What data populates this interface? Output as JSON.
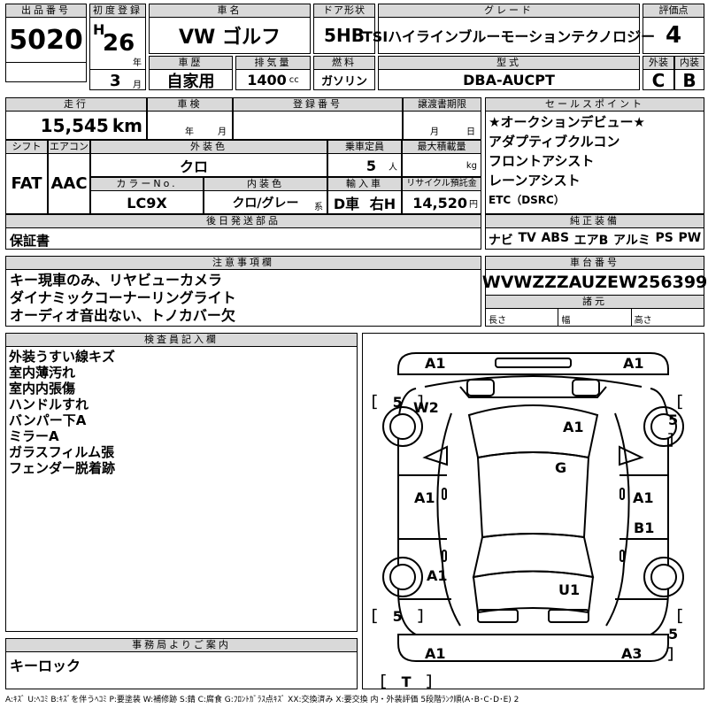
{
  "header": {
    "lot_no_label": "出品番号",
    "lot_no": "5020",
    "first_reg_label": "初度登録",
    "era": "H",
    "year": "26",
    "year_unit": "年",
    "month": "3",
    "month_unit": "月",
    "car_name_label": "車名",
    "car_name": "VW ゴルフ",
    "door_label": "ドア形状",
    "door": "5HB",
    "grade_label": "グレード",
    "grade": "TSIハイラインブルーモーションテクノロジー",
    "score_label": "評価点",
    "score": "4",
    "history_label": "車歴",
    "history": "自家用",
    "displacement_label": "排気量",
    "displacement": "1400",
    "displacement_unit": "cc",
    "fuel_label": "燃料",
    "fuel": "ガソリン",
    "model_label": "型式",
    "model": "DBA-AUCPT",
    "ext_label": "外装",
    "ext_grade": "C",
    "int_label": "内装",
    "int_grade": "B"
  },
  "row2": {
    "mileage_label": "走行",
    "mileage": "15,545",
    "mileage_unit": "km",
    "inspection_label": "車検",
    "insp_year": "年",
    "insp_month": "月",
    "reg_label": "登録番号",
    "transfer_label": "譲渡書期限",
    "transfer_month": "月",
    "transfer_day": "日",
    "shift_label": "シフト",
    "shift": "FAT",
    "ac_label": "エアコン",
    "ac": "AAC",
    "color_label": "外装色",
    "color": "クロ",
    "capacity_label": "乗車定員",
    "capacity": "5",
    "capacity_unit": "人",
    "load_label": "最大積載量",
    "load_unit": "kg",
    "color_no_label": "カラーNo.",
    "color_no": "LC9X",
    "int_color_label": "内装色",
    "int_color": "クロ/グレー",
    "int_color_suffix": "系",
    "import_label": "輸入車",
    "drive": "D車",
    "steer": "右H",
    "recycle_label": "リサイクル預託金",
    "recycle": "14,520",
    "recycle_unit": "円",
    "later_parts_label": "後日発送部品",
    "later_parts": "保証書"
  },
  "sales": {
    "label": "セールスポイント",
    "lines": [
      "★オークションデビュー★",
      "アダプティブクルコン",
      "フロントアシスト",
      "レーンアシスト",
      "ETC（DSRC）"
    ],
    "equip_label": "純正装備",
    "equip": [
      "ナビ",
      "TV",
      "ABS",
      "エアB",
      "アルミ",
      "PS",
      "PW"
    ]
  },
  "notes": {
    "label": "注意事項欄",
    "lines": [
      "キー現車のみ、リヤビューカメラ",
      "ダイナミックコーナーリングライト",
      "オーディオ音出ない、トノカバー欠"
    ]
  },
  "chassis": {
    "label": "車台番号",
    "number": "WVWZZZAUZEW256399",
    "dims_label": "諸元",
    "length": "長さ",
    "width": "幅",
    "height": "高さ"
  },
  "inspector": {
    "label": "検査員記入欄",
    "lines": [
      "外装うすい線キズ",
      "室内薄汚れ",
      "室内内張傷",
      "ハンドルすれ",
      "バンパー下A",
      "ミラーA",
      "ガラスフィルム張",
      "フェンダー脱着跡"
    ]
  },
  "office": {
    "label": "事務局よりご案内",
    "text": "キーロック"
  },
  "diagram": {
    "marks": {
      "front_left": "A1",
      "front_right": "A1",
      "w2": "W2",
      "hood": "A1",
      "roof": "G",
      "left_door": "A1",
      "right_door": "A1",
      "right_rear_door": "B1",
      "left_rear": "A1",
      "trunk": "U1",
      "rear_left": "A1",
      "rear_right": "A3"
    },
    "tires": [
      "［ 5 ］",
      "［ 5 ］",
      "［ 5 ］",
      "［ 5 ］"
    ],
    "spare": "［ T ］"
  },
  "legend": "A:ｷｽﾞ U:ﾍｺﾐ B:ｷｽﾞを伴うﾍｺﾐ P:要塗装 W:補修跡 S:錆 C:腐食 G:ﾌﾛﾝﾄｶﾞﾗｽ点ｷｽﾞ XX:交換済み X:要交換 内・外装評価 5段階ﾗﾝｸ順(A･B･C･D･E) 2"
}
